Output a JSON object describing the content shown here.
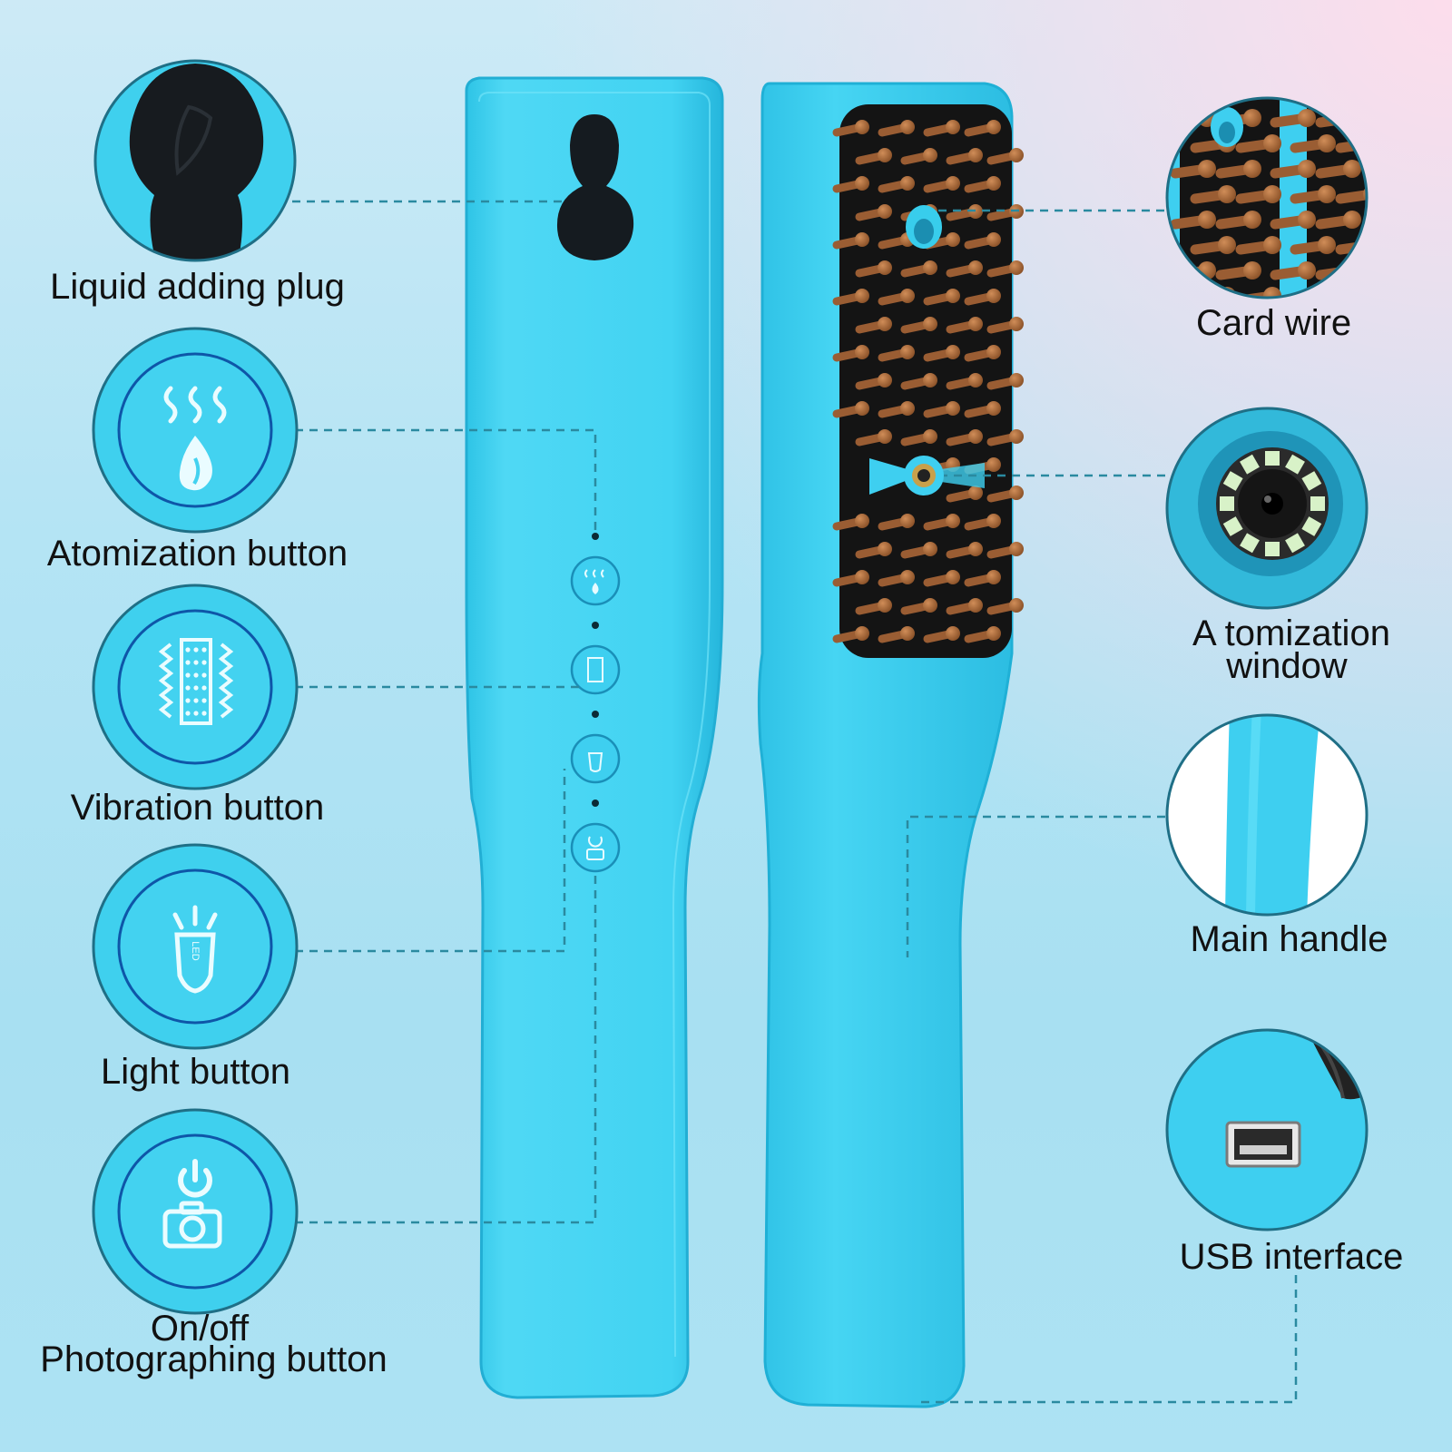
{
  "labels": {
    "liquid_plug": "Liquid adding plug",
    "atomization_button": "Atomization button",
    "vibration_button": "Vibration button",
    "light_button": "Light button",
    "onoff_line1": "On/off",
    "onoff_line2": "Photographing button",
    "card_wire": "Card wire",
    "atomization_window_line1": "A tomization",
    "atomization_window_line2": "window",
    "main_handle": "Main handle",
    "usb_interface": "USB interface"
  },
  "icons": {
    "led_text": "LED"
  },
  "colors": {
    "device_blue": "#38cdec",
    "device_blue_light": "#55dcf6",
    "device_blue_dark": "#1fb3d8",
    "callout_line": "#2a8aa0",
    "circle_border": "#1f6f86",
    "bristle": "#a5673a",
    "pad": "#141414"
  }
}
